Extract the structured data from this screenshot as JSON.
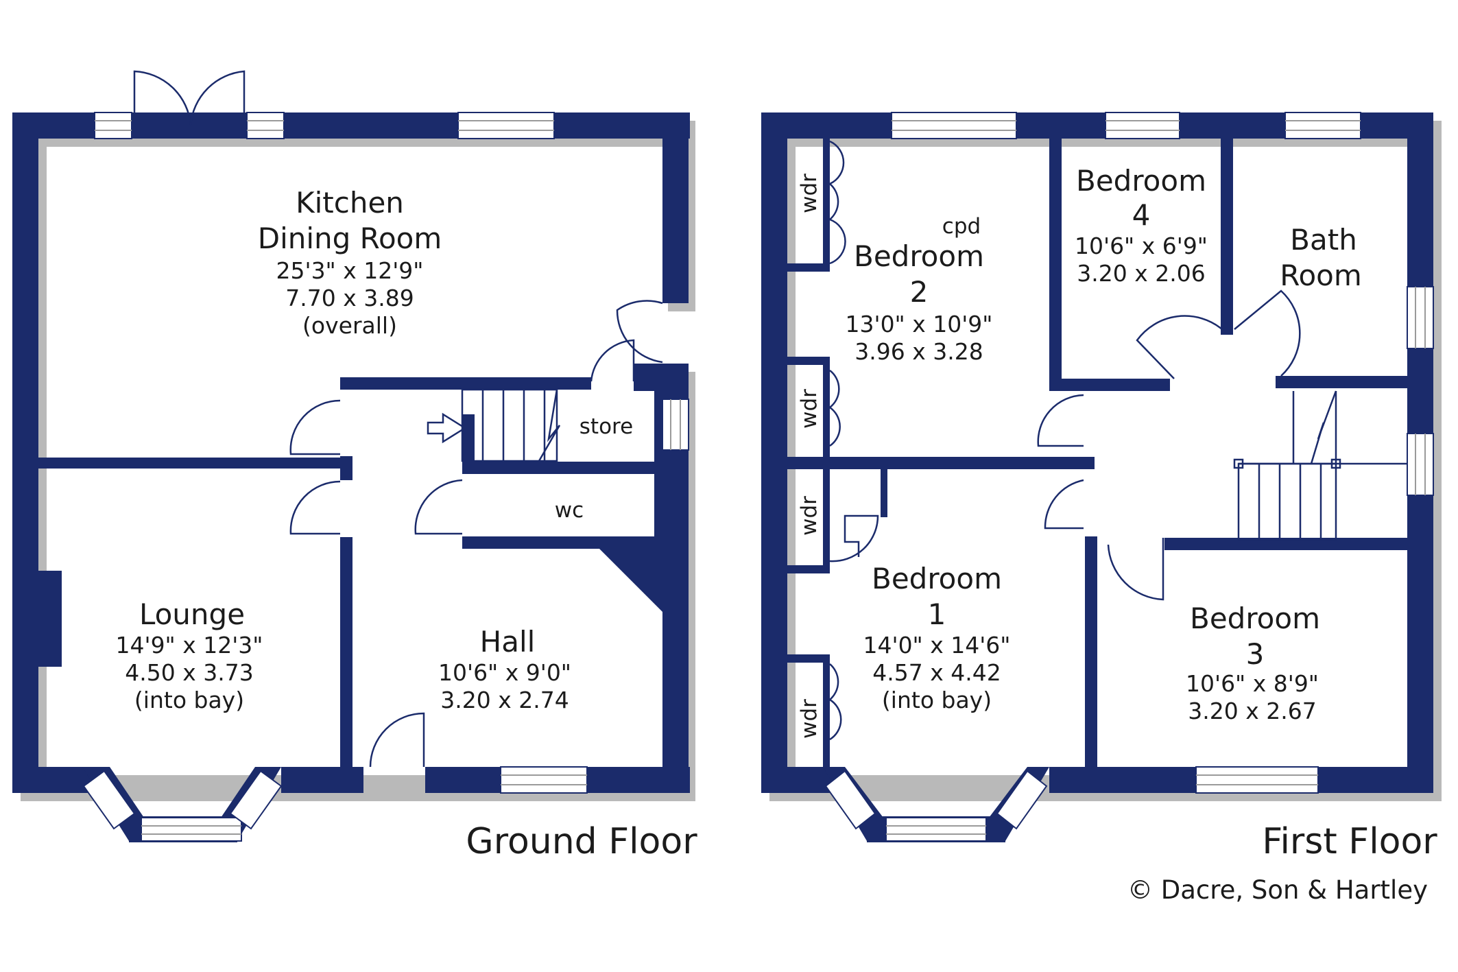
{
  "colors": {
    "wall": "#1b2b6b",
    "text": "#1b1b1b",
    "background": "#ffffff"
  },
  "ground_floor": {
    "label": "Ground Floor",
    "kitchen": {
      "name1": "Kitchen",
      "name2": "Dining Room",
      "imperial": "25'3\"  x  12'9\"",
      "metric": "7.70  x  3.89",
      "note": "(overall)"
    },
    "lounge": {
      "name": "Lounge",
      "imperial": "14'9\"  x  12'3\"",
      "metric": "4.50  x  3.73",
      "note": "(into bay)"
    },
    "hall": {
      "name": "Hall",
      "imperial": "10'6\"  x  9'0\"",
      "metric": "3.20  x  2.74"
    },
    "store": "store",
    "wc": "wc"
  },
  "first_floor": {
    "label": "First Floor",
    "bedroom2": {
      "name1": "Bedroom",
      "name2": "2",
      "imperial": "13'0\"  x  10'9\"",
      "metric": "3.96  x  3.28"
    },
    "cpd": "cpd",
    "bedroom4": {
      "name1": "Bedroom",
      "name2": "4",
      "imperial": "10'6\"  x   6'9\"",
      "metric": "3.20  x  2.06"
    },
    "bathroom": {
      "name1": "Bath",
      "name2": "Room"
    },
    "bedroom1": {
      "name1": "Bedroom",
      "name2": "1",
      "imperial": "14'0\"  x  14'6\"",
      "metric": "4.57  x  4.42",
      "note": "(into bay)"
    },
    "bedroom3": {
      "name1": "Bedroom",
      "name2": "3",
      "imperial": "10'6\"  x   8'9\"",
      "metric": "3.20  x  2.67"
    },
    "wardrobe": "wdr"
  },
  "copyright": "© Dacre, Son & Hartley"
}
